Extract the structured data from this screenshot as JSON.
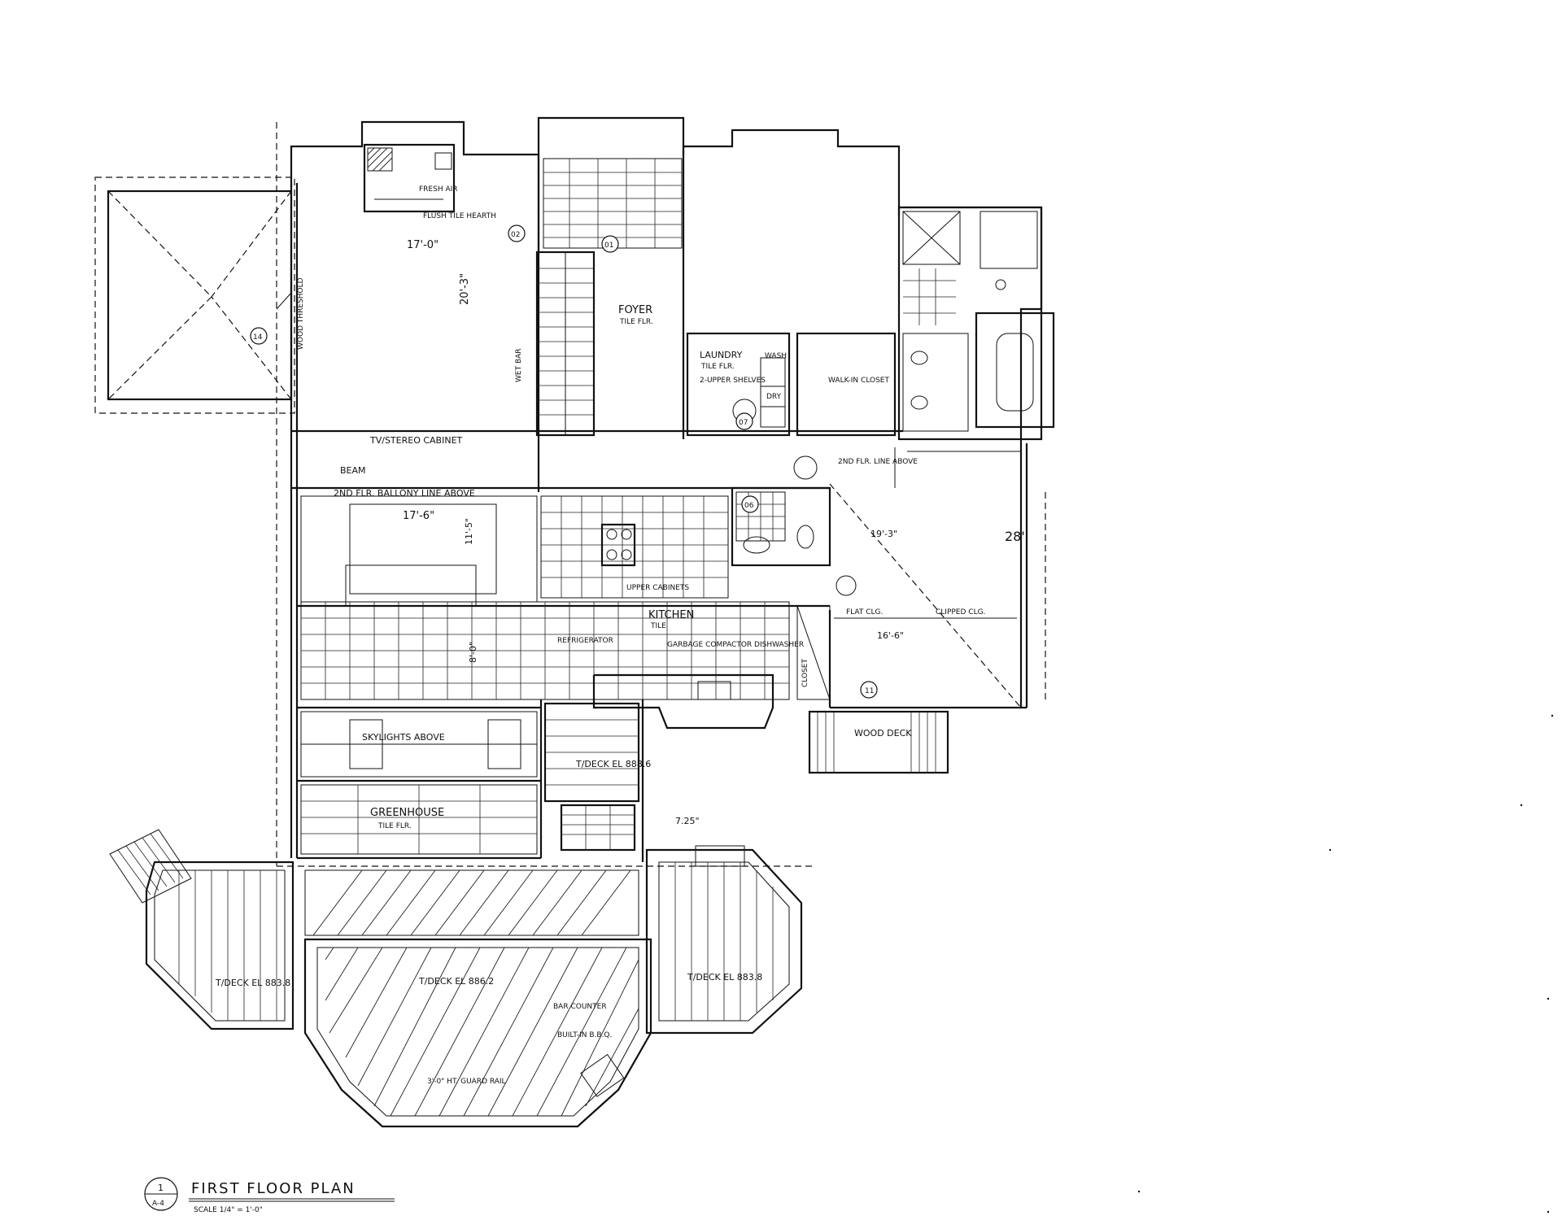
{
  "title_block": {
    "detail_number": "1",
    "sheet_number": "A-4",
    "title": "FIRST FLOOR PLAN",
    "scale": "SCALE 1/4\" = 1'-0\""
  },
  "rooms": {
    "foyer": "FOYER",
    "foyer_floor": "TILE FLR.",
    "laundry": "LAUNDRY",
    "laundry_floor": "TILE FLR.",
    "wash": "WASH",
    "dry": "DRY",
    "walk_in_closet": "WALK-IN CLOSET",
    "kitchen": "KITCHEN",
    "kitchen_floor": "TILE",
    "greenhouse": "GREENHOUSE",
    "greenhouse_floor": "TILE FLR.",
    "closet": "CLOSET",
    "wood_deck": "WOOD DECK",
    "refrigerator": "REFRIGERATOR",
    "garbage_dishwasher": "GARBAGE COMPACTOR DISHWASHER",
    "upper_cabinets": "UPPER CABINETS"
  },
  "notes": {
    "ballony_line": "2ND FLR. BALLONY LINE ABOVE",
    "tv_cabinet": "TV/STEREO CABINET",
    "beam": "BEAM",
    "skylights": "SKYLIGHTS ABOVE",
    "flat_clg": "FLAT CLG.",
    "clipped_clg": "CLIPPED CLG.",
    "fresh_air": "FRESH AIR",
    "flush_tile_hearth": "FLUSH TILE HEARTH",
    "wood_threshold": "WOOD THRESHOLD",
    "wet_bar": "WET BAR",
    "upper_shelves": "2-UPPER SHELVES",
    "second_flr_line_above": "2ND FLR. LINE ABOVE",
    "bar_counter": "BAR COUNTER",
    "built_in_bbq": "BUILT-IN B.B.Q.",
    "guard_rail": "3'-0\" HT. GUARD RAIL"
  },
  "elevations": {
    "deck_left": "T/DECK EL 883.8",
    "deck_center": "T/DECK EL 886.2",
    "deck_right": "T/DECK EL 883.8",
    "floor": "T/DECK EL 888.6"
  },
  "dimensions": {
    "great_room_width": "17'-0\"",
    "great_room_depth": "20'-3\"",
    "dining_width": "17'-6\"",
    "dining_depth": "11'-5\"",
    "garage_depth": "28'",
    "garage_width": "19'-3\"",
    "garage_front": "16'-6\"",
    "kitchen_depth": "8'-0\"",
    "stair_riser": "7.25\""
  },
  "tags": {
    "tag_14": "14",
    "tag_11": "11",
    "tag_01": "01",
    "tag_02": "02",
    "tag_07": "07",
    "tag_06": "06"
  }
}
